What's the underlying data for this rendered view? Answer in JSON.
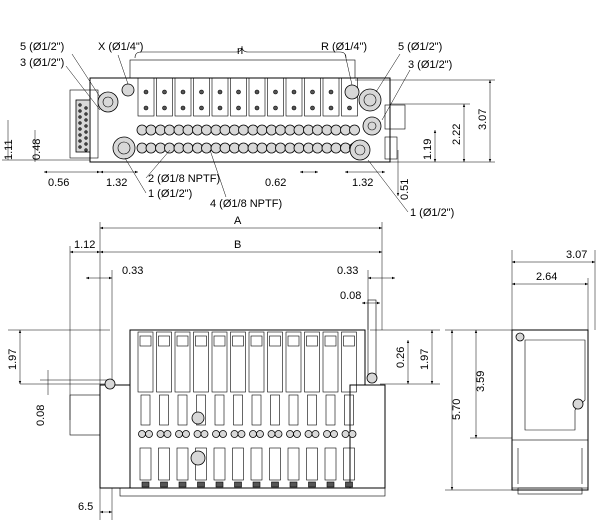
{
  "top_view": {
    "labels": {
      "port5_left": "5 (Ø1/2\")",
      "port3_left": "3 (Ø1/2\")",
      "portX": "X (Ø1/4\")",
      "n": "n",
      "portR": "R (Ø1/4\")",
      "port5_right": "5 (Ø1/2\")",
      "port3_right": "3 (Ø1/2\")",
      "port2": "2 (Ø1/8 NPTF)",
      "port1_mid": "1 (Ø1/2\")",
      "port4": "4 (Ø1/8 NPTF)",
      "port1_right": "1 (Ø1/2\")"
    },
    "dims": {
      "d111": "1.11",
      "d048": "0.48",
      "d056": "0.56",
      "d132_left": "1.32",
      "d062": "0.62",
      "d132_right": "1.32",
      "d051": "0.51",
      "d119": "1.19",
      "d222": "2.22",
      "d307": "3.07"
    }
  },
  "front_view": {
    "dims": {
      "A": "A",
      "B": "B",
      "d112": "1.12",
      "d033_left": "0.33",
      "d033_right": "0.33",
      "d008_top": "0.08",
      "d197_left": "1.97",
      "d008_left": "0.08",
      "d026": "0.26",
      "d197_right": "1.97",
      "d65": "6.5"
    }
  },
  "side_view": {
    "dims": {
      "d307": "3.07",
      "d264": "2.64",
      "d359": "3.59",
      "d570": "5.70"
    }
  }
}
